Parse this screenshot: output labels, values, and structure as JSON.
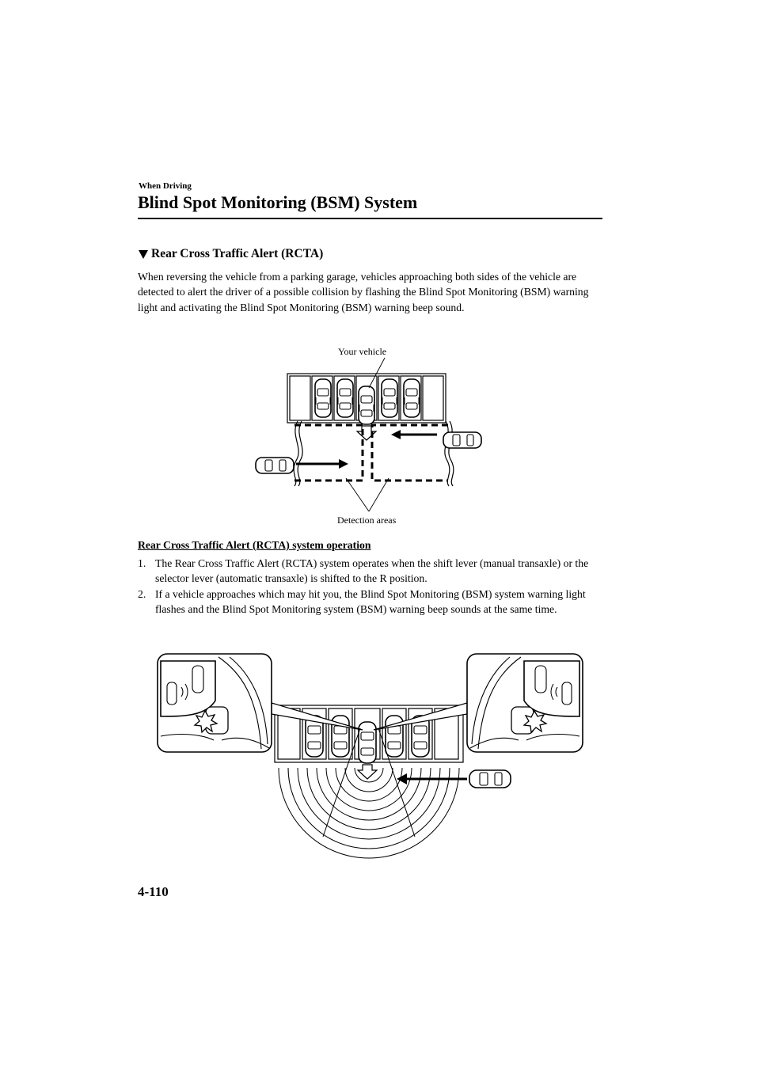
{
  "header": {
    "section": "When Driving",
    "title": "Blind Spot Monitoring (BSM) System"
  },
  "subsection": {
    "title": "Rear Cross Traffic Alert (RCTA)"
  },
  "intro": "When reversing the vehicle from a parking garage, vehicles approaching both sides of the vehicle are detected to alert the driver of a possible collision by flashing the Blind Spot Monitoring (BSM) warning light and activating the Blind Spot Monitoring (BSM) warning beep sound.",
  "figure1": {
    "label_top": "Your vehicle",
    "label_bottom": "Detection areas"
  },
  "operation": {
    "heading": "Rear Cross Traffic Alert (RCTA) system operation",
    "steps": [
      {
        "num": "1.",
        "text": "The Rear Cross Traffic Alert (RCTA) system operates when the shift lever (manual transaxle) or the selector lever (automatic transaxle) is shifted to the R position."
      },
      {
        "num": "2.",
        "text": "If a vehicle approaches which may hit you, the Blind Spot Monitoring (BSM) system warning light flashes and the Blind Spot Monitoring system (BSM) warning beep sounds at the same time."
      }
    ]
  },
  "footer": {
    "page_number": "4-110"
  }
}
